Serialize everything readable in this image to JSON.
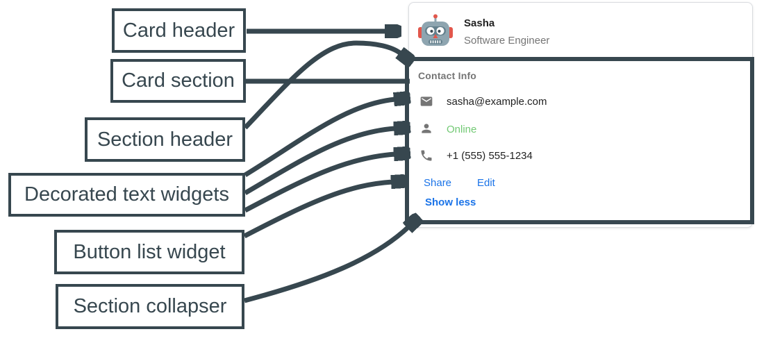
{
  "colors": {
    "annotation": "#37474F",
    "link_blue": "#1a73e8",
    "online_green": "#72c974",
    "muted_gray": "#757575",
    "text_dark": "#212121",
    "card_border": "#dadce0",
    "robot_red": "#e2574c",
    "robot_gray": "#8ea5b0"
  },
  "annotations": {
    "labels": [
      {
        "id": "card-header",
        "text": "Card header"
      },
      {
        "id": "card-section",
        "text": "Card section"
      },
      {
        "id": "section-header",
        "text": "Section header"
      },
      {
        "id": "decorated-text-widgets",
        "text": "Decorated text widgets"
      },
      {
        "id": "button-list-widget",
        "text": "Button list widget"
      },
      {
        "id": "section-collapser",
        "text": "Section collapser"
      }
    ]
  },
  "card": {
    "header": {
      "name": "Sasha",
      "subtitle": "Software Engineer",
      "avatar": "robot-avatar-icon"
    },
    "section": {
      "title": "Contact Info",
      "rows": [
        {
          "icon": "email-icon",
          "text": "sasha@example.com"
        },
        {
          "icon": "person-icon",
          "text": "Online",
          "status_color": "#72c974"
        },
        {
          "icon": "phone-icon",
          "text": "+1 (555) 555-1234"
        }
      ],
      "buttons": [
        {
          "label": "Share"
        },
        {
          "label": "Edit"
        }
      ],
      "collapser": "Show less"
    }
  }
}
